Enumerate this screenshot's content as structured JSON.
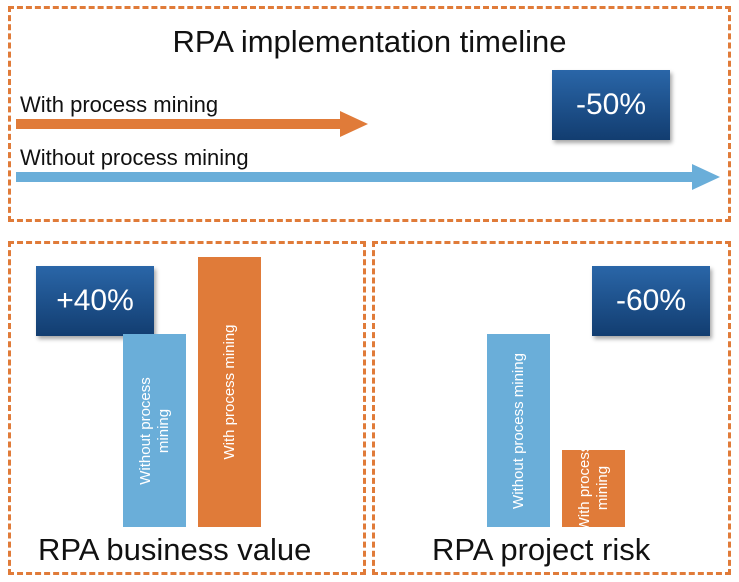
{
  "colors": {
    "orange": "#E07B39",
    "blue": "#6AAED9",
    "badge": "#1B4F8C"
  },
  "timeline": {
    "title": "RPA implementation timeline",
    "badge": "-50%",
    "arrows": [
      {
        "label": "With process mining",
        "value": 0.5,
        "color": "#E07B39"
      },
      {
        "label": "Without process mining",
        "value": 1.0,
        "color": "#6AAED9"
      }
    ]
  },
  "chart_data": [
    {
      "type": "bar",
      "title": "RPA business value",
      "annotation": "+40%",
      "categories": [
        "Without process mining",
        "With process mining"
      ],
      "category_lines": [
        [
          "Without process",
          "mining"
        ],
        [
          "With process mining"
        ]
      ],
      "values": [
        1.0,
        1.4
      ],
      "colors": [
        "#6AAED9",
        "#E07B39"
      ]
    },
    {
      "type": "bar",
      "title": "RPA project risk",
      "annotation": "-60%",
      "categories": [
        "Without process mining",
        "With process mining"
      ],
      "category_lines": [
        [
          "Without process mining"
        ],
        [
          "With process",
          "mining"
        ]
      ],
      "values": [
        1.0,
        0.4
      ],
      "colors": [
        "#6AAED9",
        "#E07B39"
      ]
    }
  ]
}
